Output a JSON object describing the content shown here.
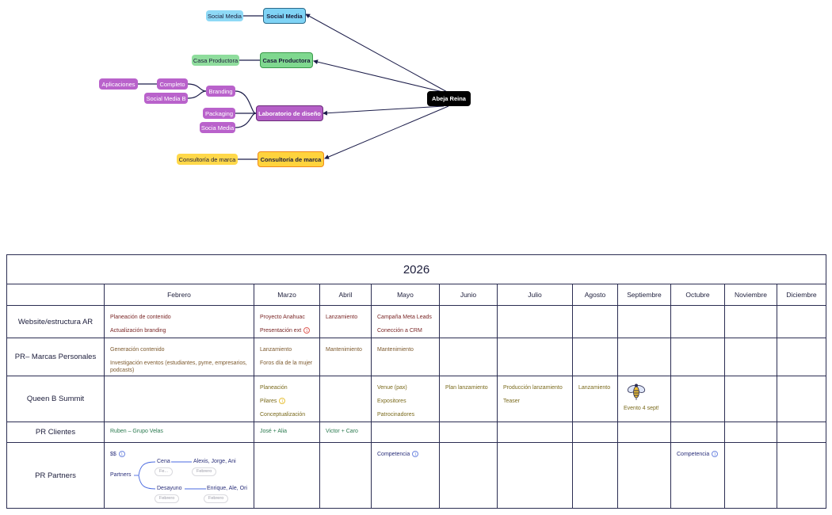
{
  "mindmap": {
    "root": {
      "label": "Abeja Reina",
      "bg": "#000000",
      "fg": "#ffffff"
    },
    "branches": [
      {
        "label": "Social Media",
        "bg": "#7fd3f5",
        "border": "#2a6a8a",
        "children": [
          {
            "label": "Social Media"
          }
        ]
      },
      {
        "label": "Casa Productora",
        "bg": "#7fd88f",
        "border": "#3a9a4a",
        "children": [
          {
            "label": "Casa Productora"
          }
        ]
      },
      {
        "label": "Laboratorio de diseño",
        "bg": "#b55fc7",
        "border": "#6b2c7a",
        "fg": "#ffffff",
        "children": [
          {
            "label": "Branding",
            "children": [
              {
                "label": "Completo",
                "children": [
                  {
                    "label": "Aplicaciones"
                  }
                ]
              },
              {
                "label": "Social Media B"
              }
            ]
          },
          {
            "label": "Packaging"
          },
          {
            "label": "Socia Media"
          }
        ]
      },
      {
        "label": "Consultoría de marca",
        "bg": "#ffd33d",
        "border": "#f08a1c",
        "children": [
          {
            "label": "Consultoría de marca"
          }
        ]
      }
    ]
  },
  "table": {
    "year": "2026",
    "months": [
      "Febrero",
      "Marzo",
      "Abril",
      "Mayo",
      "Junio",
      "Julio",
      "Agosto",
      "Septiembre",
      "Octubre",
      "Noviembre",
      "Diciembre"
    ],
    "rows": [
      {
        "label": "Website/estructura AR",
        "cells": {
          "febrero": [
            "Planeación de contenido",
            "Actualización branding"
          ],
          "marzo": [
            "Proyecto Anahuac",
            "Presentación ext"
          ],
          "marzo_badge": "1",
          "abril": [
            "Lanzamiento"
          ],
          "mayo": [
            "Campaña Meta Leads",
            "Conección a CRM"
          ]
        }
      },
      {
        "label": "PR– Marcas Personales",
        "cells": {
          "febrero": [
            "Generación contenido",
            "Investigación eventos (estudiantes, pyme, empresarios, podcasts)"
          ],
          "marzo": [
            "Lanzamiento",
            "Foros día de la mujer"
          ],
          "abril": [
            "Mantenimiento"
          ],
          "mayo": [
            "Mantenimiento"
          ]
        }
      },
      {
        "label": "Queen B Summit",
        "cells": {
          "marzo": [
            "Planeación",
            "Pilares",
            "Conceptualización"
          ],
          "marzo_badge": "1",
          "mayo": [
            "Venue (pax)",
            "Expositores",
            "Patrocinadores"
          ],
          "junio": [
            "Plan lanzamiento"
          ],
          "julio": [
            "Producción lanzamiento",
            "Teaser"
          ],
          "agosto": [
            "Lanzamiento"
          ],
          "septiembre": [
            "Evento 4 sept!"
          ],
          "septiembre_icon": "bee-icon"
        }
      },
      {
        "label": "PR Clientes",
        "cells": {
          "febrero": [
            "Ruben – Grupo Velas"
          ],
          "marzo": [
            "José + Alia"
          ],
          "abril": [
            "Victor + Caro"
          ]
        }
      },
      {
        "label": "PR Partners",
        "cells": {
          "febrero_top": "$$",
          "febrero_top_badge": "1",
          "partners": {
            "root": "Partners",
            "branches": [
              {
                "label": "Cena",
                "date": "Fe...",
                "target": "Alexis, Jorge, Ani",
                "target_date": "Febrero"
              },
              {
                "label": "Desayuno",
                "date": "Febrero",
                "target": "Enrique, Ale, Ori",
                "target_date": "Febrero"
              }
            ]
          },
          "mayo": [
            "Competencia"
          ],
          "mayo_badge": "1",
          "octubre": [
            "Competencia"
          ],
          "octubre_badge": "1"
        }
      }
    ]
  }
}
